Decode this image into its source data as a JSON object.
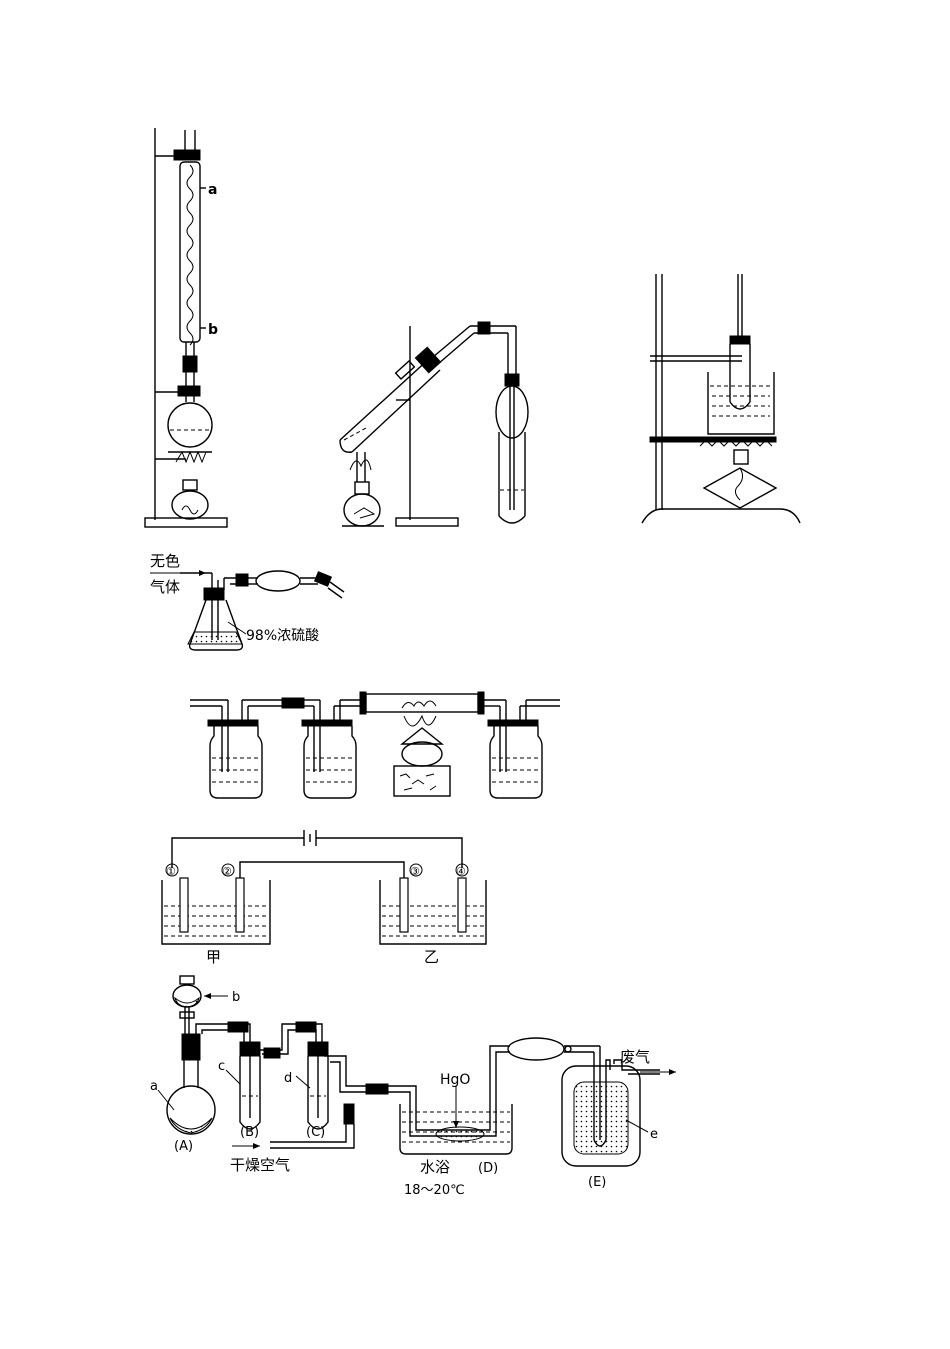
{
  "labels": {
    "condenser_inlet": "a",
    "condenser_outlet": "b",
    "gas_line1": "无色",
    "gas_line2": "气体",
    "acid": "98%浓硫酸",
    "electrode1": "①",
    "electrode2": "②",
    "electrode3": "③",
    "electrode4": "④",
    "cell_left": "甲",
    "cell_right": "乙",
    "funnel_b": "b",
    "flask_a": "a",
    "tube_c": "c",
    "tube_d": "d",
    "label_A": "(A)",
    "label_B": "(B)",
    "label_C": "(C)",
    "label_D": "(D)",
    "label_E": "(E)",
    "hgo": "HgO",
    "dry_air": "干燥空气",
    "water_bath": "水浴",
    "temp": "18～20℃",
    "waste_gas": "废气",
    "e_label": "e"
  },
  "colors": {
    "ink": "#000000",
    "background": "#ffffff"
  }
}
